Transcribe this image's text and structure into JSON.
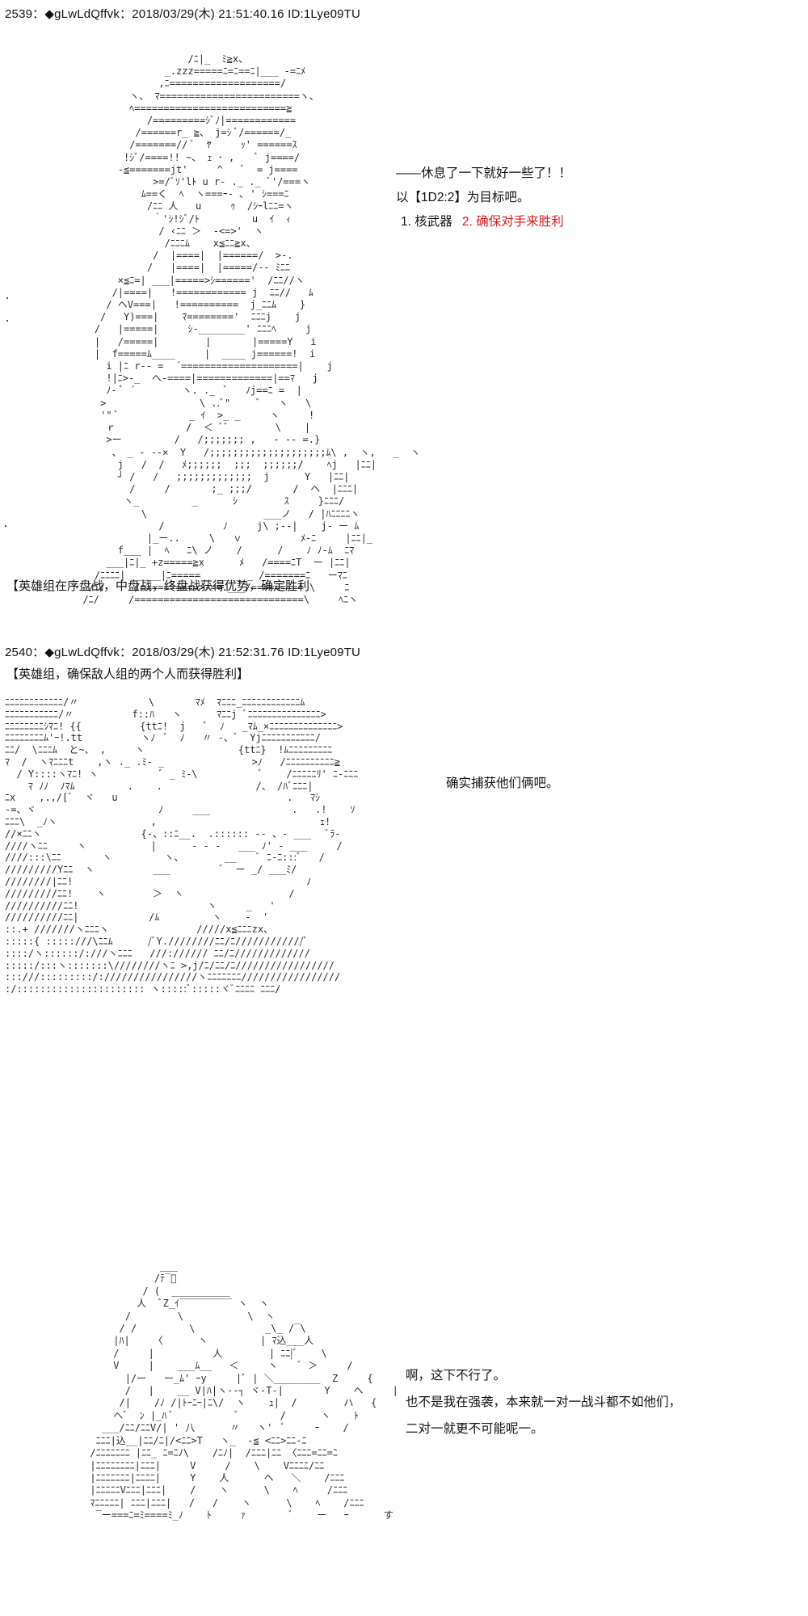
{
  "post1": {
    "header": "2539：◆gLwLdQffvk：2018/03/29(木) 21:51:40.16 ID:1Lye09TU",
    "speech_line1": "——休息了一下就好一些了！！",
    "speech_line2": "以【1D2:2】为目标吧。",
    "option1": "1. 核武器",
    "option2": "2. 确保对手来胜利",
    "footer": "【英雄组在序盘战，中盘战，终盘战获得优势，确定胜利"
  },
  "post2": {
    "header": "2540：◆gLwLdQffvk：2018/03/29(木) 21:52:31.76 ID:1Lye09TU",
    "subtitle": "【英雄组，确保敌人组的两个人而获得胜利】",
    "speech1": "确实捕获他们俩吧。",
    "speech2_line1": "啊，这下不行了。",
    "speech2_line2": "也不是我在强袭，本来就一对一战斗都不如他们，",
    "speech2_line3": "二对一就更不可能呢一。"
  },
  "colors": {
    "text": "#111111",
    "option_highlight": "#e0191c",
    "background": "#ffffff"
  }
}
